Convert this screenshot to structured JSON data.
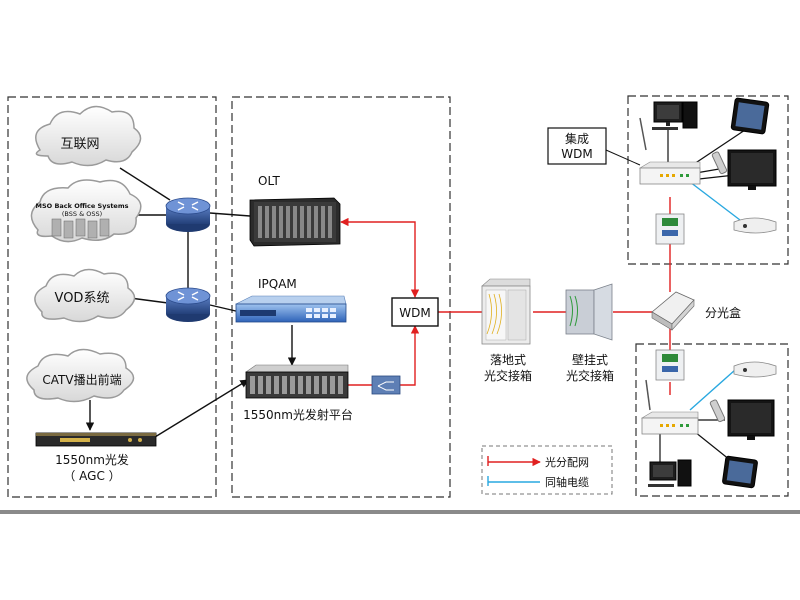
{
  "labels": {
    "internet": "互联网",
    "mso_title": "MSO Back Office Systems",
    "mso_sub": "(BSS & OSS)",
    "vod": "VOD系统",
    "catv": "CATV播出前端",
    "tx_label_1": "1550nm光发",
    "tx_label_2": "（ AGC ）",
    "olt": "OLT",
    "ipqam": "IPQAM",
    "platform": "1550nm光发射平台",
    "wdm": "WDM",
    "floor_box_1": "落地式",
    "floor_box_2": "光交接箱",
    "wall_box_1": "壁挂式",
    "wall_box_2": "光交接箱",
    "splitter": "分光盒",
    "integrated_wdm_1": "集成",
    "integrated_wdm_2": "WDM"
  },
  "legend": {
    "optical": "光分配网",
    "coax": "同轴电缆"
  },
  "colors": {
    "optical": "#e02020",
    "coax": "#29a8e0",
    "black_link": "#111111"
  }
}
